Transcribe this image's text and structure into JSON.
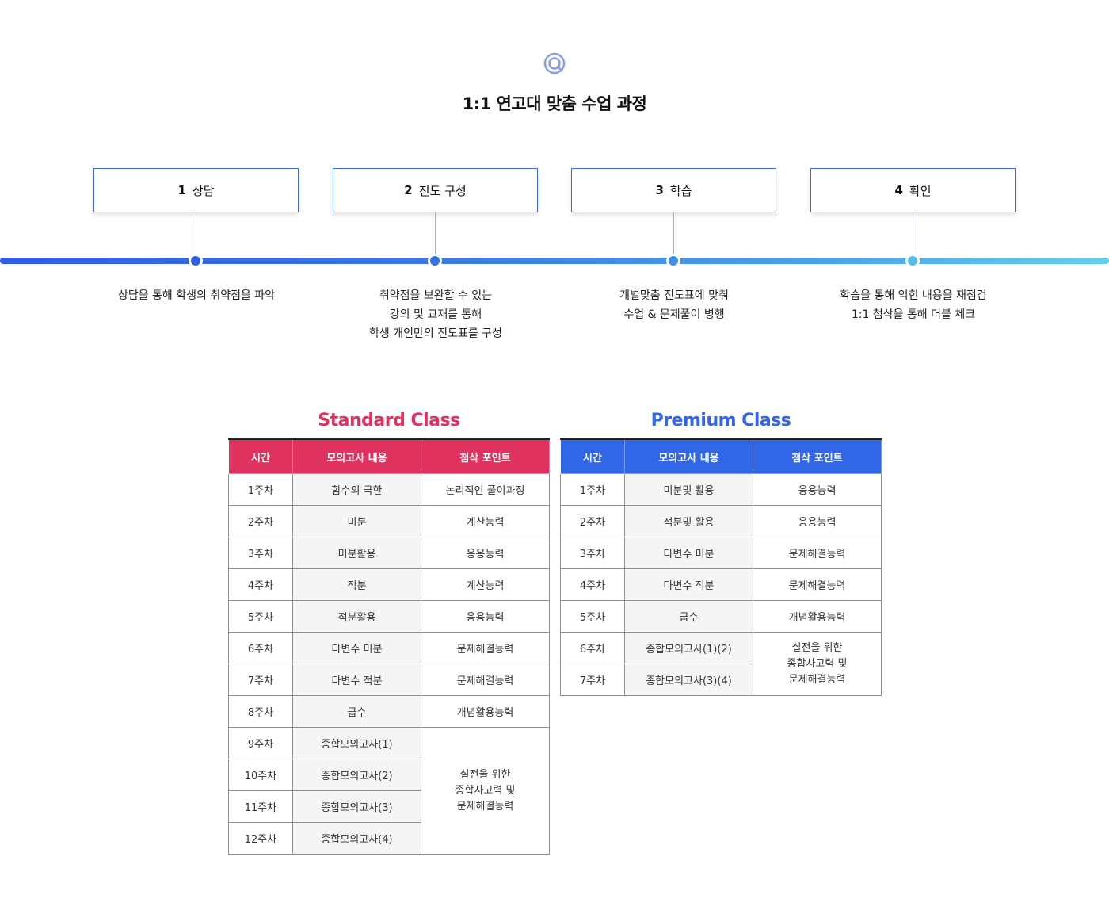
{
  "header": {
    "title": "1:1 연고대 맞춤 수업 과정",
    "icon": "search-target-icon",
    "accent": "#8a9be8"
  },
  "steps": [
    {
      "num": "1",
      "label": "상담",
      "desc": [
        "상담을 통해 학생의 취약점을 파악"
      ]
    },
    {
      "num": "2",
      "label": "진도 구성",
      "desc": [
        "취약점을 보완할 수 있는",
        "강의 및 교재를 통해",
        "학생 개인만의 진도표를 구성"
      ]
    },
    {
      "num": "3",
      "label": "학습",
      "desc": [
        "개별맞춤 진도표에 맞춰",
        "수업 & 문제풀이 병행"
      ]
    },
    {
      "num": "4",
      "label": "확인",
      "desc": [
        "학습을 통해 익힌 내용을 재점검",
        "1:1 첨삭을 통해 더블 체크"
      ]
    }
  ],
  "colors": {
    "standard": "#e0325e",
    "premium": "#3166e6",
    "timeline_start": "#2a5ce8",
    "timeline_end": "#62d0ec"
  },
  "standard": {
    "title": "Standard Class",
    "headers": [
      "시간",
      "모의고사 내용",
      "첨삭 포인트"
    ],
    "rows": [
      {
        "week": "1주차",
        "content": "함수의 극한",
        "point": "논리적인 풀이과정"
      },
      {
        "week": "2주차",
        "content": "미분",
        "point": "계산능력"
      },
      {
        "week": "3주차",
        "content": "미분활용",
        "point": "응용능력"
      },
      {
        "week": "4주차",
        "content": "적분",
        "point": "계산능력"
      },
      {
        "week": "5주차",
        "content": "적분활용",
        "point": "응용능력"
      },
      {
        "week": "6주차",
        "content": "다변수 미분",
        "point": "문제해결능력"
      },
      {
        "week": "7주차",
        "content": "다변수 적분",
        "point": "문제해결능력"
      },
      {
        "week": "8주차",
        "content": "급수",
        "point": "개념활용능력"
      },
      {
        "week": "9주차",
        "content": "종합모의고사(1)"
      },
      {
        "week": "10주차",
        "content": "종합모의고사(2)"
      },
      {
        "week": "11주차",
        "content": "종합모의고사(3)"
      },
      {
        "week": "12주차",
        "content": "종합모의고사(4)"
      }
    ],
    "merged_point": [
      "실전을 위한",
      "종합사고력 및",
      "문제해결능력"
    ]
  },
  "premium": {
    "title": "Premium Class",
    "headers": [
      "시간",
      "모의고사 내용",
      "첨삭 포인트"
    ],
    "rows": [
      {
        "week": "1주차",
        "content": "미분및 활용",
        "point": "응용능력"
      },
      {
        "week": "2주차",
        "content": "적분및 활용",
        "point": "응용능력"
      },
      {
        "week": "3주차",
        "content": "다변수 미분",
        "point": "문제해결능력"
      },
      {
        "week": "4주차",
        "content": "다변수 적분",
        "point": "문제해결능력"
      },
      {
        "week": "5주차",
        "content": "급수",
        "point": "개념활용능력"
      },
      {
        "week": "6주차",
        "content": "종합모의고사(1)(2)"
      },
      {
        "week": "7주차",
        "content": "종합모의고사(3)(4)"
      }
    ],
    "merged_point": [
      "실전을 위한",
      "종합사고력 및",
      "문제해결능력"
    ]
  }
}
